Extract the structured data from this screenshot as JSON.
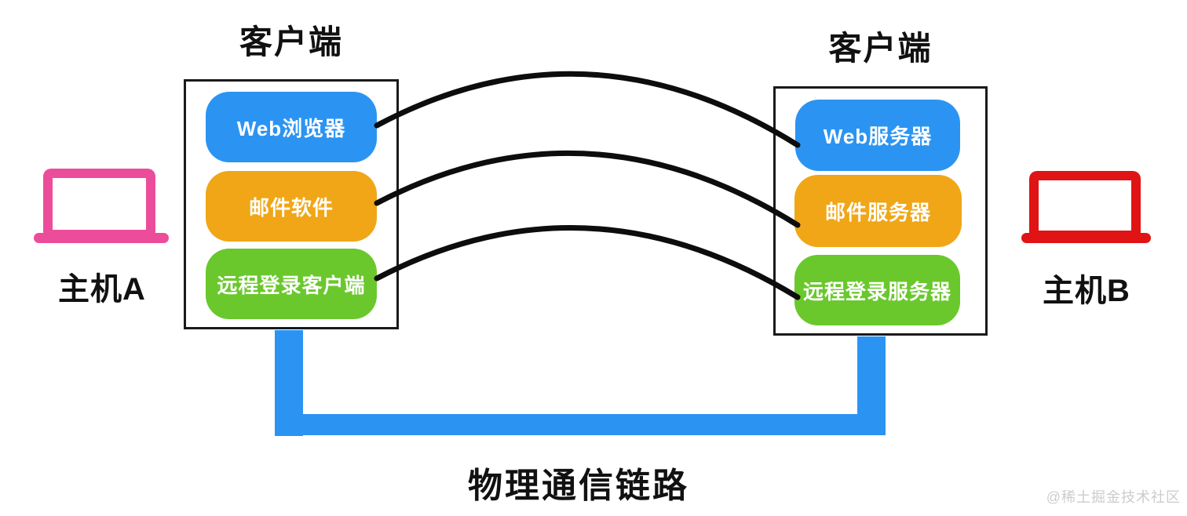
{
  "diagram": {
    "left_client": {
      "title": "客户端",
      "apps": [
        {
          "label": "Web浏览器",
          "color": "#2b94f2"
        },
        {
          "label": "邮件软件",
          "color": "#f0a616"
        },
        {
          "label": "远程登录客户端",
          "color": "#6ac82d"
        }
      ]
    },
    "right_client": {
      "title": "客户端",
      "apps": [
        {
          "label": "Web服务器",
          "color": "#2b94f2"
        },
        {
          "label": "邮件服务器",
          "color": "#f0a616"
        },
        {
          "label": "远程登录服务器",
          "color": "#6ac82d"
        }
      ]
    },
    "host_a": {
      "label": "主机A",
      "color": "#ec4d9b"
    },
    "host_b": {
      "label": "主机B",
      "color": "#e01414"
    },
    "physical_link": {
      "label": "物理通信链路",
      "color": "#2b94f2"
    },
    "watermark": "@稀土掘金技术社区"
  }
}
